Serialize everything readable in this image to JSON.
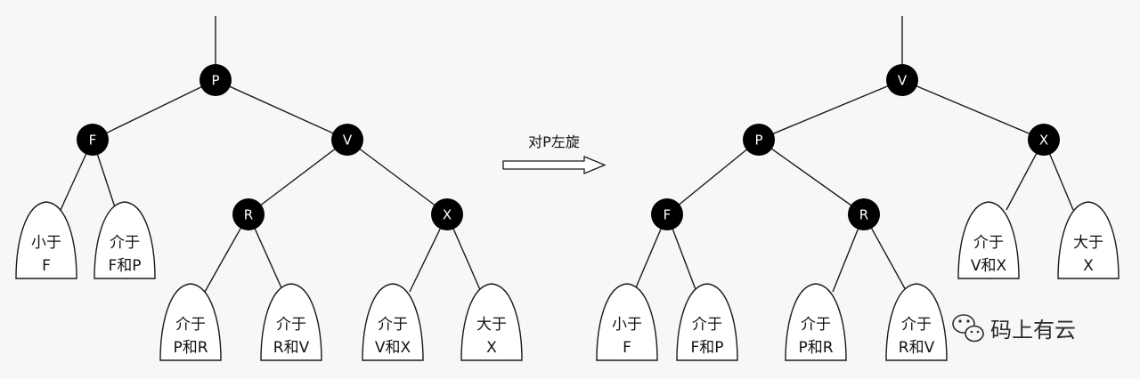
{
  "operation_label": "对P左旋",
  "colors": {
    "node": "#000000",
    "text_on_node": "#ffffff",
    "background": "#f7f7f7"
  },
  "before": {
    "nodes": {
      "P": "P",
      "F": "F",
      "V": "V",
      "R": "R",
      "X": "X"
    },
    "subtrees": [
      {
        "line1": "小于",
        "line2": "F"
      },
      {
        "line1": "介于",
        "line2": "F和P"
      },
      {
        "line1": "介于",
        "line2": "P和R"
      },
      {
        "line1": "介于",
        "line2": "R和V"
      },
      {
        "line1": "介于",
        "line2": "V和X"
      },
      {
        "line1": "大于",
        "line2": "X"
      }
    ]
  },
  "after": {
    "nodes": {
      "V": "V",
      "P": "P",
      "X": "X",
      "F": "F",
      "R": "R"
    },
    "subtrees": [
      {
        "line1": "介于",
        "line2": "V和X"
      },
      {
        "line1": "大于",
        "line2": "X"
      },
      {
        "line1": "小于",
        "line2": "F"
      },
      {
        "line1": "介于",
        "line2": "F和P"
      },
      {
        "line1": "介于",
        "line2": "P和R"
      },
      {
        "line1": "介于",
        "line2": "R和V"
      }
    ]
  },
  "watermark": {
    "icon": "wechat-icon",
    "text": "码上有云"
  }
}
